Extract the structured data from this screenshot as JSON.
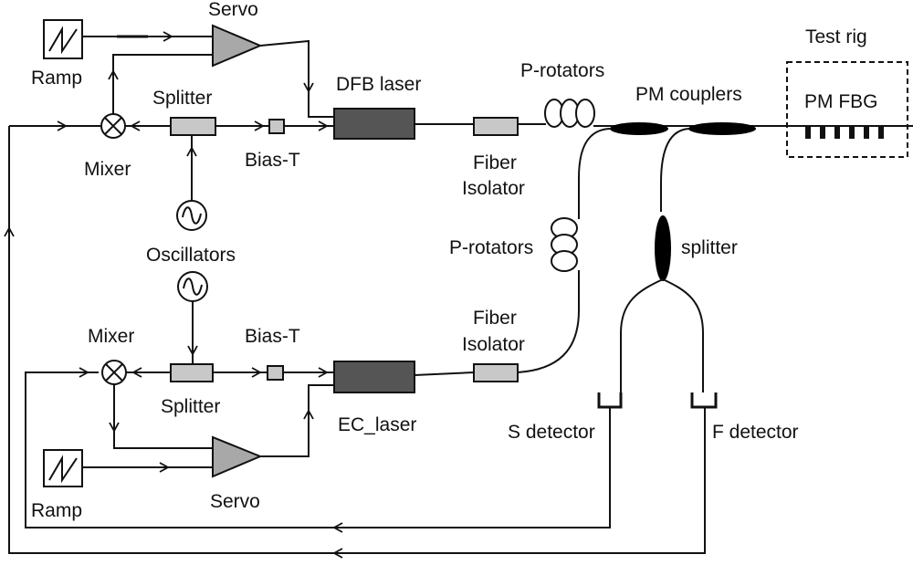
{
  "labels": {
    "servo_top": "Servo",
    "ramp_top": "Ramp",
    "splitter_top": "Splitter",
    "mixer_top": "Mixer",
    "bias_t_top": "Bias-T",
    "dfb_laser": "DFB laser",
    "p_rotators_top": "P-rotators",
    "pm_couplers": "PM couplers",
    "test_rig": "Test rig",
    "pm_fbg": "PM FBG",
    "fiber_top": "Fiber",
    "isolator_top": "Isolator",
    "oscillators": "Oscillators",
    "p_rotators_mid": "P-rotators",
    "splitter_fiber": "splitter",
    "mixer_bottom": "Mixer",
    "bias_t_bottom": "Bias-T",
    "fiber_bottom": "Fiber",
    "isolator_bottom": "Isolator",
    "splitter_bottom": "Splitter",
    "ec_laser": "EC_laser",
    "s_detector": "S detector",
    "f_detector": "F detector",
    "ramp_bottom": "Ramp",
    "servo_bottom": "Servo"
  },
  "colors": {
    "line": "#111111",
    "laser_fill": "#555555",
    "component_fill": "#c8c8c8",
    "servo_fill": "#a8a8a8",
    "coupler_fill": "#000000"
  }
}
